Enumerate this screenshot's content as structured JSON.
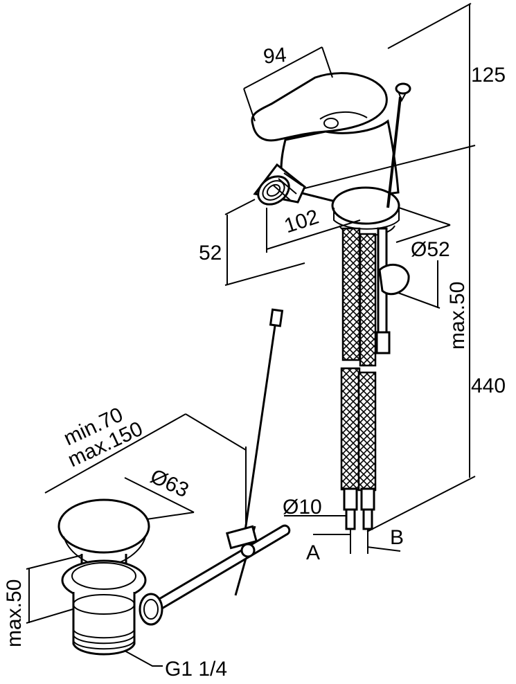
{
  "dimensions": {
    "spout_width": "94",
    "height_above_body": "125",
    "body_depth": "102",
    "body_height": "52",
    "base_diameter": "Ø52",
    "max_mount_thickness": "max.50",
    "hose_length": "440",
    "hose_diameter": "Ø10",
    "connection_a": "A",
    "connection_b": "B",
    "rod_min": "min.70",
    "rod_max": "max.150",
    "waste_diameter": "Ø63",
    "waste_max_thickness": "max.50",
    "waste_thread": "G1 1/4"
  }
}
